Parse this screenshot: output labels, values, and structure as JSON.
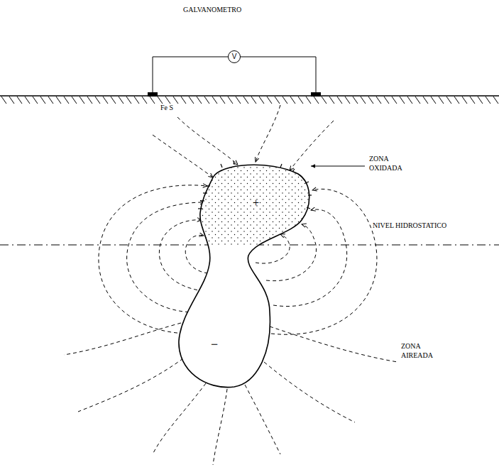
{
  "diagram": {
    "nodes": [
      {
        "text": [
          "V"
        ]
      }
    ],
    "labels": [
      "GALVANOMETRO",
      "Fe S",
      "ZONA OXIDADA",
      "NIVEL HIDROSTATICO",
      "ZONA AIREADA",
      "+",
      "−"
    ]
  }
}
